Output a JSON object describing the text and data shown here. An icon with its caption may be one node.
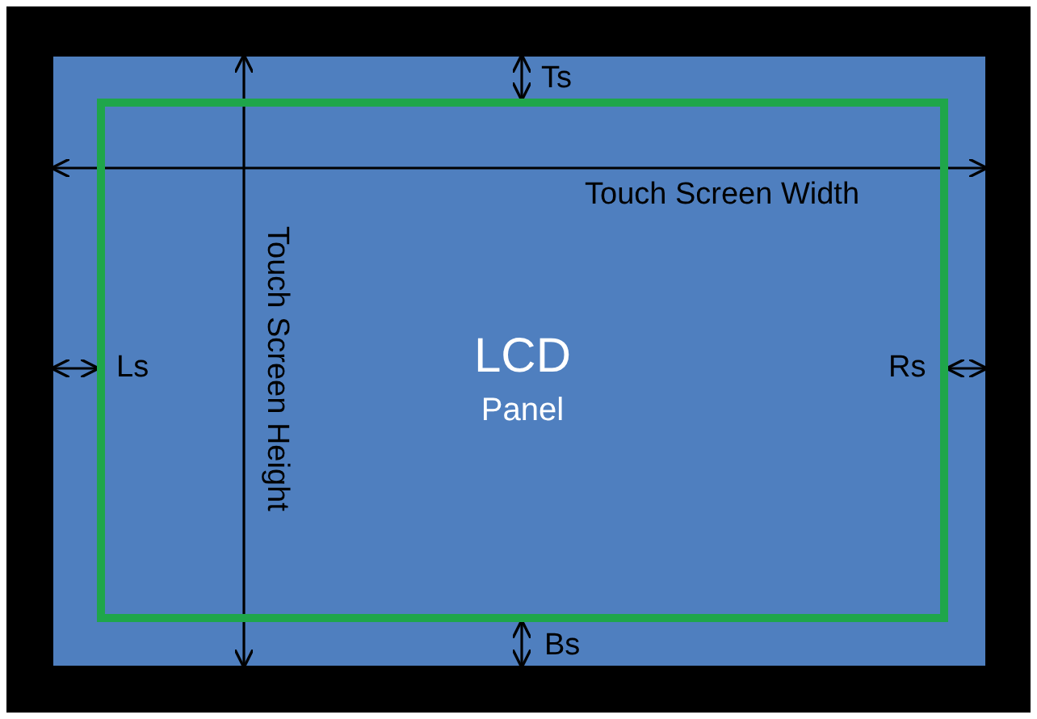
{
  "diagram": {
    "nodes": [
      {
        "text": [
          "LCD",
          "Panel"
        ]
      }
    ],
    "labels": [
      "Ts",
      "Touch Screen Width",
      "Touch Screen Height",
      "Ls",
      "Rs",
      "Bs"
    ]
  }
}
